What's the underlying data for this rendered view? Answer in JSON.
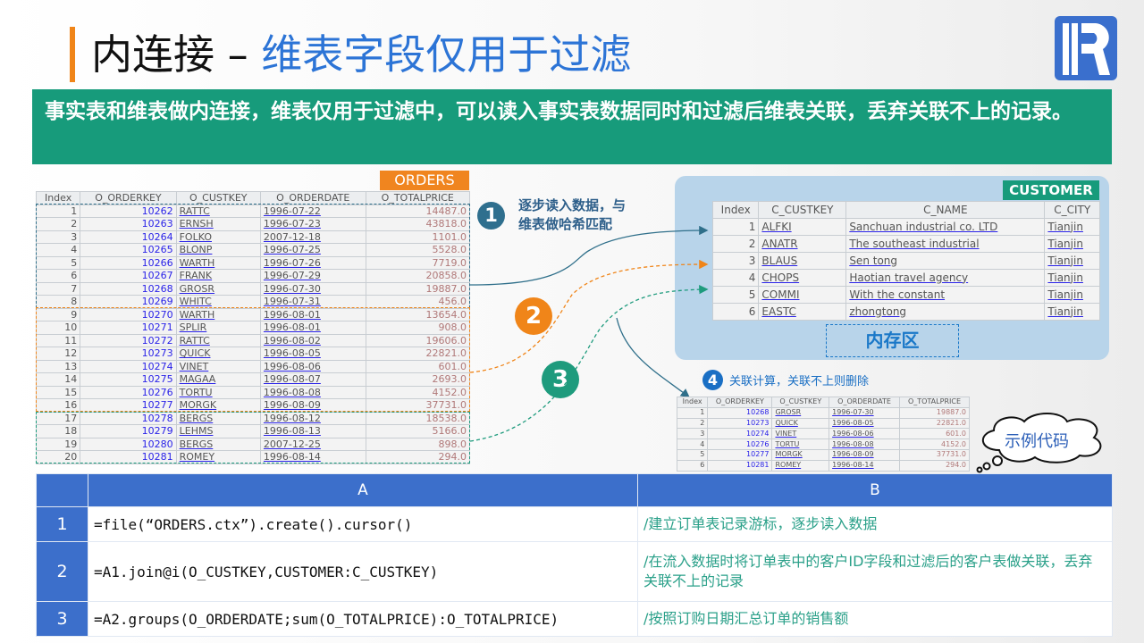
{
  "title": {
    "part1": "内连接",
    "dash": " – ",
    "part2": "维表字段仅用于过滤"
  },
  "banner": "事实表和维表做内连接，维表仅用于过滤中，可以读入事实表数据同时和过滤后维表关联，丢弃关联不上的记录。",
  "orders": {
    "label": "ORDERS",
    "headers": [
      "Index",
      "O_ORDERKEY",
      "O_CUSTKEY",
      "O_ORDERDATE",
      "O_TOTALPRICE"
    ],
    "rows": [
      [
        "1",
        "10262",
        "RATTC",
        "1996-07-22",
        "14487.0"
      ],
      [
        "2",
        "10263",
        "ERNSH",
        "1996-07-23",
        "43818.0"
      ],
      [
        "3",
        "10264",
        "FOLKO",
        "2007-12-18",
        "1101.0"
      ],
      [
        "4",
        "10265",
        "BLONP",
        "1996-07-25",
        "5528.0"
      ],
      [
        "5",
        "10266",
        "WARTH",
        "1996-07-26",
        "7719.0"
      ],
      [
        "6",
        "10267",
        "FRANK",
        "1996-07-29",
        "20858.0"
      ],
      [
        "7",
        "10268",
        "GROSR",
        "1996-07-30",
        "19887.0"
      ],
      [
        "8",
        "10269",
        "WHITC",
        "1996-07-31",
        "456.0"
      ],
      [
        "9",
        "10270",
        "WARTH",
        "1996-08-01",
        "13654.0"
      ],
      [
        "10",
        "10271",
        "SPLIR",
        "1996-08-01",
        "908.0"
      ],
      [
        "11",
        "10272",
        "RATTC",
        "1996-08-02",
        "19606.0"
      ],
      [
        "12",
        "10273",
        "QUICK",
        "1996-08-05",
        "22821.0"
      ],
      [
        "13",
        "10274",
        "VINET",
        "1996-08-06",
        "601.0"
      ],
      [
        "14",
        "10275",
        "MAGAA",
        "1996-08-07",
        "2693.0"
      ],
      [
        "15",
        "10276",
        "TORTU",
        "1996-08-08",
        "4152.0"
      ],
      [
        "16",
        "10277",
        "MORGK",
        "1996-08-09",
        "37731.0"
      ],
      [
        "17",
        "10278",
        "BERGS",
        "1996-08-12",
        "18538.0"
      ],
      [
        "18",
        "10279",
        "LEHMS",
        "1996-08-13",
        "5166.0"
      ],
      [
        "19",
        "10280",
        "BERGS",
        "2007-12-25",
        "898.0"
      ],
      [
        "20",
        "10281",
        "ROMEY",
        "1996-08-14",
        "294.0"
      ]
    ]
  },
  "step1": {
    "num": "1",
    "line1": "逐步读入数据，与",
    "line2": "维表做哈希匹配"
  },
  "step2": {
    "num": "2"
  },
  "step3": {
    "num": "3"
  },
  "step4": {
    "num": "4",
    "text": "关联计算，关联不上则删除"
  },
  "customer": {
    "label": "CUSTOMER",
    "headers": [
      "Index",
      "C_CUSTKEY",
      "C_NAME",
      "C_CITY"
    ],
    "rows": [
      [
        "1",
        "ALFKI",
        "Sanchuan industrial co. LTD",
        "Tianjin"
      ],
      [
        "2",
        "ANATR",
        "The southeast industrial",
        "Tianjin"
      ],
      [
        "3",
        "BLAUS",
        "Sen tong",
        "Tianjin"
      ],
      [
        "4",
        "CHOPS",
        "Haotian travel agency",
        "Tianjin"
      ],
      [
        "5",
        "COMMI",
        "With the constant",
        "Tianjin"
      ],
      [
        "6",
        "EASTC",
        "zhongtong",
        "Tianjin"
      ]
    ],
    "memory_label": "内存区"
  },
  "result": {
    "headers": [
      "Index",
      "O_ORDERKEY",
      "O_CUSTKEY",
      "O_ORDERDATE",
      "O_TOTALPRICE"
    ],
    "rows": [
      [
        "1",
        "10268",
        "GROSR",
        "1996-07-30",
        "19887.0"
      ],
      [
        "2",
        "10273",
        "QUICK",
        "1996-08-05",
        "22821.0"
      ],
      [
        "3",
        "10274",
        "VINET",
        "1996-08-06",
        "601.0"
      ],
      [
        "4",
        "10276",
        "TORTU",
        "1996-08-08",
        "4152.0"
      ],
      [
        "5",
        "10277",
        "MORGK",
        "1996-08-09",
        "37731.0"
      ],
      [
        "6",
        "10281",
        "ROMEY",
        "1996-08-14",
        "294.0"
      ]
    ]
  },
  "cloud": "示例代码",
  "code": {
    "headers": [
      "",
      "A",
      "B"
    ],
    "rows": [
      [
        "1",
        "=file(“ORDERS.ctx”).create().cursor()",
        "/建立订单表记录游标，逐步读入数据"
      ],
      [
        "2",
        "=A1.join@i(O_CUSTKEY,CUSTOMER:C_CUSTKEY)",
        "/在流入数据时将订单表中的客户ID字段和过滤后的客户表做关联，丢弃关联不上的记录"
      ],
      [
        "3",
        "=A2.groups(O_ORDERDATE;sum(O_TOTALPRICE):O_TOTALPRICE)",
        "/按照订购日期汇总订单的销售额"
      ]
    ]
  }
}
